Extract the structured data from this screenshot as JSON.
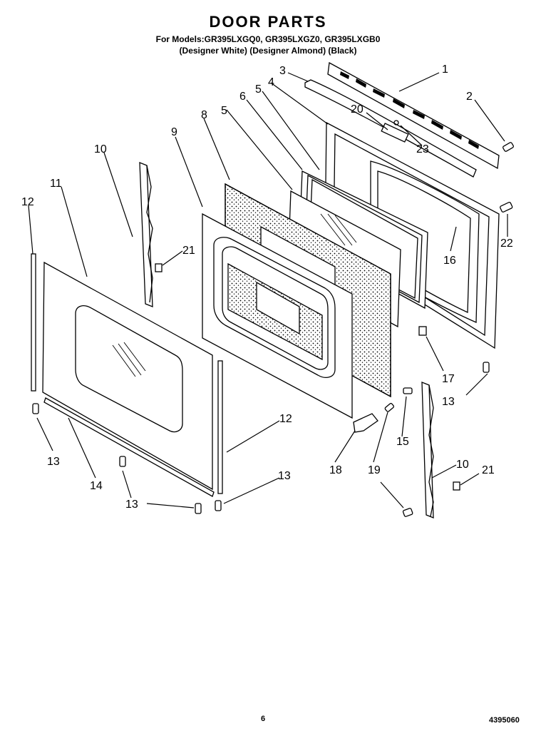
{
  "header": {
    "title": "DOOR PARTS",
    "models_line": "For Models:GR395LXGQ0, GR395LXGZ0, GR395LXGB0",
    "colors_line": "(Designer White) (Designer Almond)   (Black)"
  },
  "callouts": [
    "1",
    "2",
    "3",
    "4",
    "5",
    "6",
    "5",
    "8",
    "9",
    "10",
    "11",
    "12",
    "20",
    "23",
    "22",
    "16",
    "21",
    "17",
    "13",
    "12",
    "13",
    "14",
    "13",
    "18",
    "19",
    "15",
    "10",
    "21",
    "13"
  ],
  "footer": {
    "page_number": "6",
    "document_number": "4395060"
  }
}
